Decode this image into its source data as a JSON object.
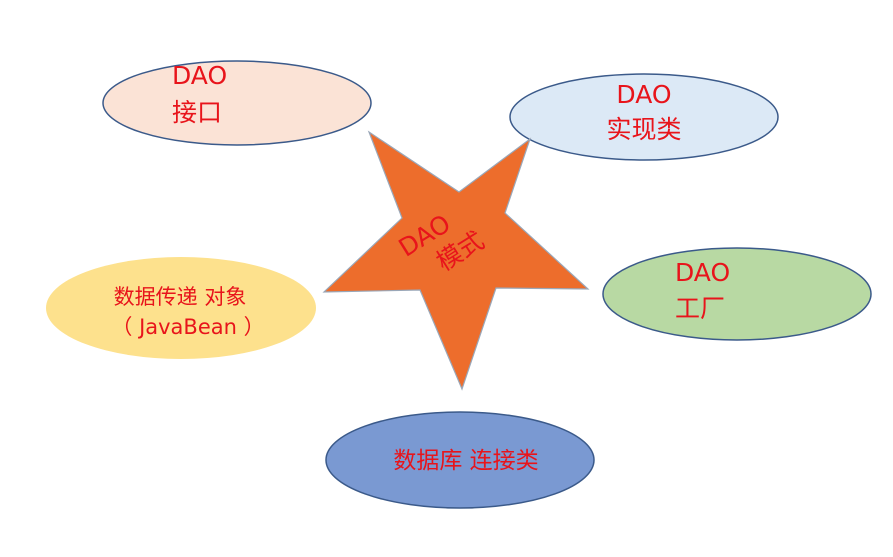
{
  "center": {
    "line1": "DAO",
    "line2": "模式",
    "fill": "#ed6d2c",
    "text_color": "#e8141b"
  },
  "nodes": {
    "dao_interface": {
      "line1": "DAO",
      "line2": "接口",
      "fill": "#fbe3d6"
    },
    "dao_impl": {
      "line1": "DAO",
      "line2": "实现类",
      "fill": "#dce9f6"
    },
    "dao_factory": {
      "line1": "DAO",
      "line2": "工厂",
      "fill": "#b8d9a3"
    },
    "transfer_object": {
      "line1": "数据传递 对象",
      "line2": "（ JavaBean ）",
      "fill": "#fde18d"
    },
    "db_connection": {
      "line1": "数据库 连接类",
      "fill": "#7a99d2"
    }
  },
  "colors": {
    "ellipse_stroke": "#3b5a8a",
    "text": "#e8141b"
  }
}
